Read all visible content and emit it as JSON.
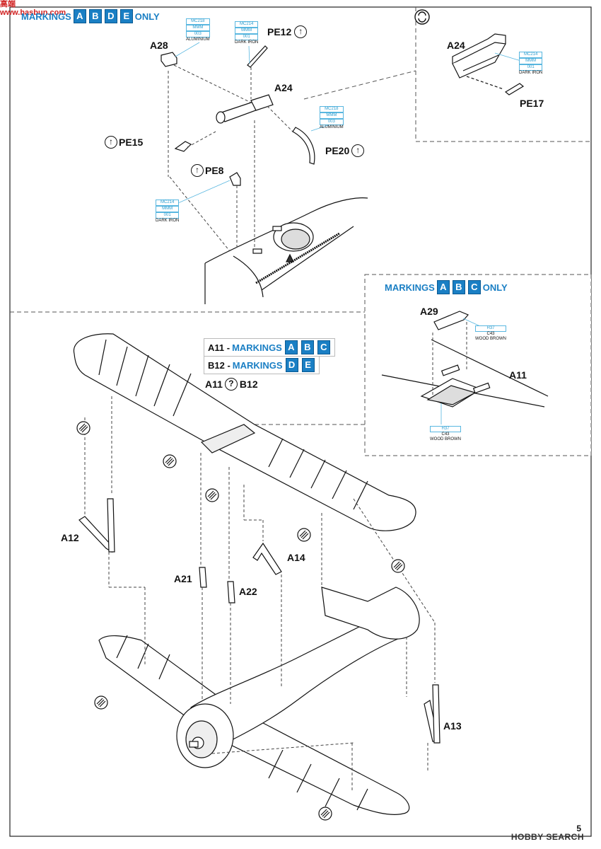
{
  "watermarks": {
    "top_left": "高端\nwww.hasbun.com",
    "bottom_right": "HOBBY SEARCH"
  },
  "page_number": "5",
  "top_banner": {
    "prefix": "MARKINGS",
    "letters": [
      "A",
      "B",
      "D",
      "E"
    ],
    "suffix": "ONLY"
  },
  "inset_top_right": {
    "label_a24": "A24",
    "label_pe17": "PE17",
    "paint": {
      "code": "MC214",
      "line2": "MMM",
      "line3": "001",
      "name": "DARK IRON"
    }
  },
  "top_parts": {
    "a28": "A28",
    "a24": "A24",
    "pe12": "PE12",
    "pe15": "PE15",
    "pe20": "PE20",
    "pe8": "PE8",
    "paint_aluminium_1": {
      "code": "MC218",
      "line2": "MMM",
      "line3": "003",
      "name": "ALUMINIUM"
    },
    "paint_dark_iron_1": {
      "code": "MC214",
      "line2": "MMM",
      "line3": "001",
      "name": "DARK IRON"
    },
    "paint_aluminium_2": {
      "code": "MC218",
      "line2": "MMM",
      "line3": "003",
      "name": "ALUMINIUM"
    },
    "paint_dark_iron_2": {
      "code": "MC214",
      "line2": "MMM",
      "line3": "001",
      "name": "DARK IRON"
    }
  },
  "inset_markings_abc": {
    "prefix": "MARKINGS",
    "letters": [
      "A",
      "B",
      "C"
    ],
    "suffix": "ONLY",
    "a29": "A29",
    "a11": "A11",
    "paint_1": {
      "code": "H37",
      "line2": "C43",
      "name": "WOOD BROWN"
    },
    "paint_2": {
      "code": "H37",
      "line2": "C43",
      "name": "WOOD BROWN"
    }
  },
  "option_labels": {
    "a11_part": "A11 -",
    "a11_markings": "MARKINGS",
    "a11_letters": [
      "A",
      "B",
      "C"
    ],
    "b12_part": "B12 -",
    "b12_markings": "MARKINGS",
    "b12_letters": [
      "D",
      "E"
    ],
    "choice_left": "A11",
    "choice_symbol": "?",
    "choice_right": "B12"
  },
  "main_parts": {
    "a12": "A12",
    "a21": "A21",
    "a22": "A22",
    "a14": "A14",
    "a13": "A13"
  }
}
